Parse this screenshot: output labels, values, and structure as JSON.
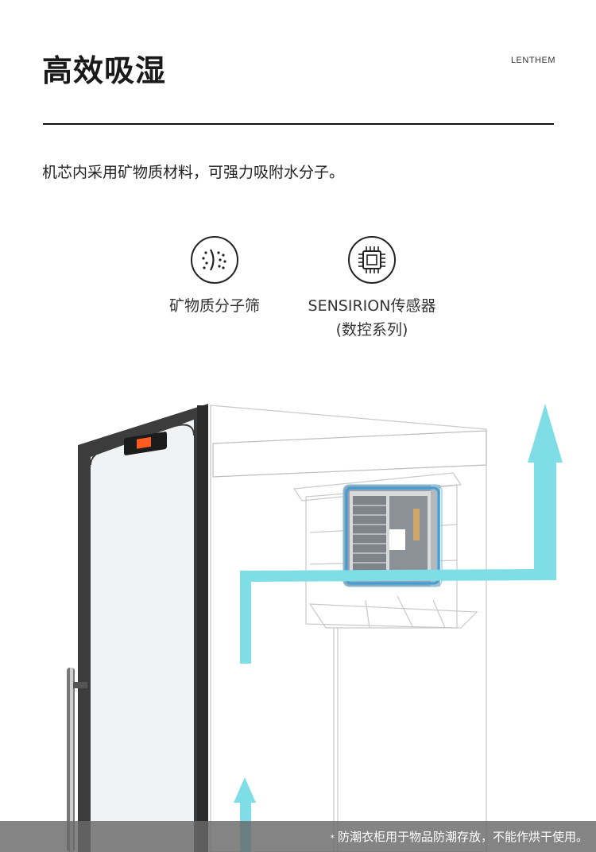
{
  "header": {
    "title": "高效吸湿",
    "brand": "LENTHEM"
  },
  "intro": "机芯内采用矿物质材料，可强力吸附水分子。",
  "features": [
    {
      "icon": "molecular-sieve-icon",
      "label": "矿物质分子筛",
      "sub": ""
    },
    {
      "icon": "chip-sensor-icon",
      "label": "SENSIRION传感器",
      "sub": "(数控系列)"
    }
  ],
  "footer": {
    "star": "*",
    "note": "防潮衣柜用于物品防潮存放，不能作烘干使用。"
  },
  "colors": {
    "accent_arrow": "#7fdde6",
    "highlight_blue": "#3a9fe0",
    "cabinet_frame": "#3a3a3a",
    "display_orange": "#ff5a1f"
  }
}
